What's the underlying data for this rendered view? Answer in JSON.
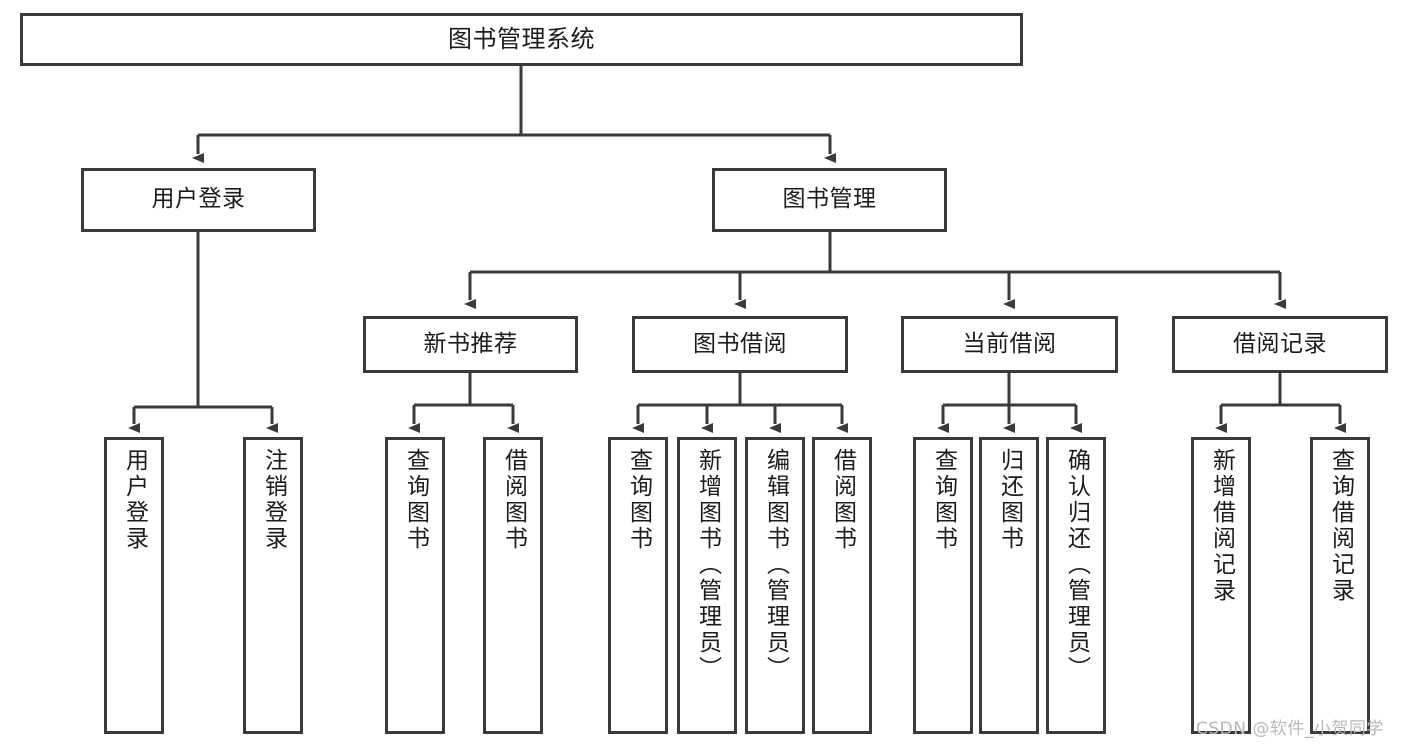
{
  "diagram": {
    "title": "图书管理系统",
    "type": "hierarchy-tree",
    "watermark": "CSDN @软件_小贺同学",
    "colors": {
      "box_border": "#3a3a3a",
      "box_fill": "#ffffff",
      "connector": "#3a3a3a",
      "text": "#1c1c1c",
      "watermark": "#b9b9b9",
      "background": "#ffffff"
    },
    "root": {
      "label": "图书管理系统",
      "orientation": "horizontal"
    },
    "level1": [
      {
        "label": "用户登录",
        "orientation": "horizontal"
      },
      {
        "label": "图书管理",
        "orientation": "horizontal"
      }
    ],
    "level2": [
      {
        "label": "新书推荐",
        "orientation": "horizontal",
        "parent": "图书管理"
      },
      {
        "label": "图书借阅",
        "orientation": "horizontal",
        "parent": "图书管理"
      },
      {
        "label": "当前借阅",
        "orientation": "horizontal",
        "parent": "图书管理"
      },
      {
        "label": "借阅记录",
        "orientation": "horizontal",
        "parent": "图书管理"
      }
    ],
    "leaves": {
      "user_login": [
        {
          "label": "用户登录",
          "orientation": "vertical"
        },
        {
          "label": "注销登录",
          "orientation": "vertical"
        }
      ],
      "new_book_recommend": [
        {
          "label": "查询图书",
          "orientation": "vertical"
        },
        {
          "label": "借阅图书",
          "orientation": "vertical"
        }
      ],
      "book_borrow": [
        {
          "label": "查询图书",
          "orientation": "vertical"
        },
        {
          "label": "新增图书（管理员）",
          "orientation": "vertical"
        },
        {
          "label": "编辑图书（管理员）",
          "orientation": "vertical"
        },
        {
          "label": "借阅图书",
          "orientation": "vertical"
        }
      ],
      "current_borrow": [
        {
          "label": "查询图书",
          "orientation": "vertical"
        },
        {
          "label": "归还图书",
          "orientation": "vertical"
        },
        {
          "label": "确认归还（管理员）",
          "orientation": "vertical"
        }
      ],
      "borrow_record": [
        {
          "label": "新增借阅记录",
          "orientation": "vertical"
        },
        {
          "label": "查询借阅记录",
          "orientation": "vertical"
        }
      ]
    }
  }
}
